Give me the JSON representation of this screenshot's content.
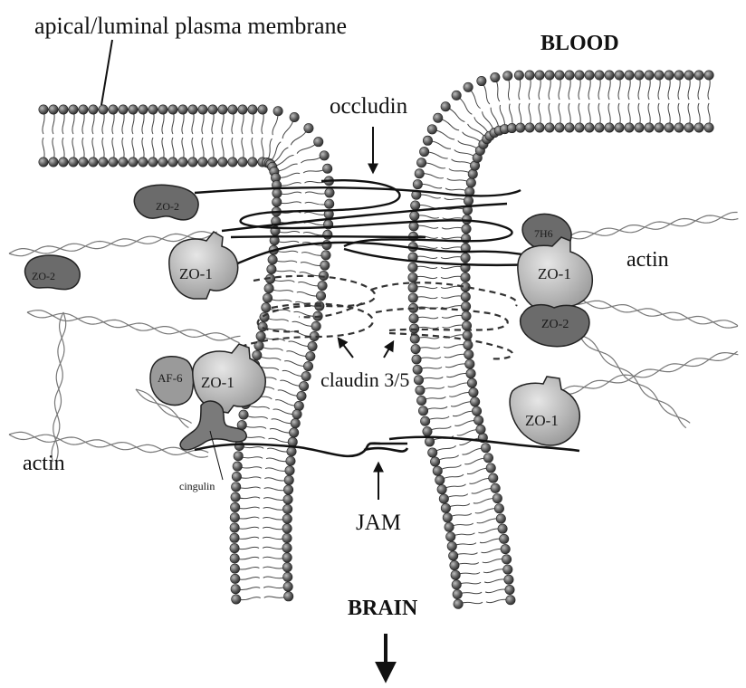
{
  "labels": {
    "membrane": "apical/luminal plasma membrane",
    "blood": "BLOOD",
    "brain": "BRAIN",
    "occludin": "occludin",
    "claudin": "claudin 3/5",
    "jam": "JAM",
    "actin_right": "actin",
    "actin_left": "actin",
    "cingulin": "cingulin"
  },
  "proteins": {
    "zo2_top_left": "ZO-2",
    "zo2_left": "ZO-2",
    "zo1_left_upper": "ZO-1",
    "af6": "AF-6",
    "zo1_left_lower": "ZO-1",
    "h7h6": "7H6",
    "zo1_right_upper": "ZO-1",
    "zo2_right": "ZO-2",
    "zo1_right_lower": "ZO-1"
  },
  "colors": {
    "head_dark": "#4a4a4a",
    "protein_dark": "#6a6a6a",
    "protein_mid": "#8c8c8c",
    "protein_light": "#b4b4b4",
    "stroke": "#111111"
  }
}
